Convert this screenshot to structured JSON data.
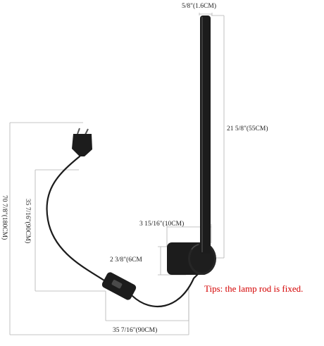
{
  "dimensions": {
    "rod_diameter": "5/8\"(1.6CM)",
    "rod_length": "21 5/8\"(55CM)",
    "base_width": "3 15/16\"(10CM)",
    "base_height": "2 3/8\"(6CM",
    "total_cable_length": "70 7/8\"(180CM)",
    "cable_to_switch_vertical": "35 7/16\"(90CM)",
    "cable_to_switch_horizontal": "35 7/16\"(90CM)"
  },
  "tip": "Tips: the lamp rod is fixed.",
  "colors": {
    "lamp": "#1c1c1c",
    "dimension_lines": "#aaaaaa",
    "tip": "#d40000"
  }
}
